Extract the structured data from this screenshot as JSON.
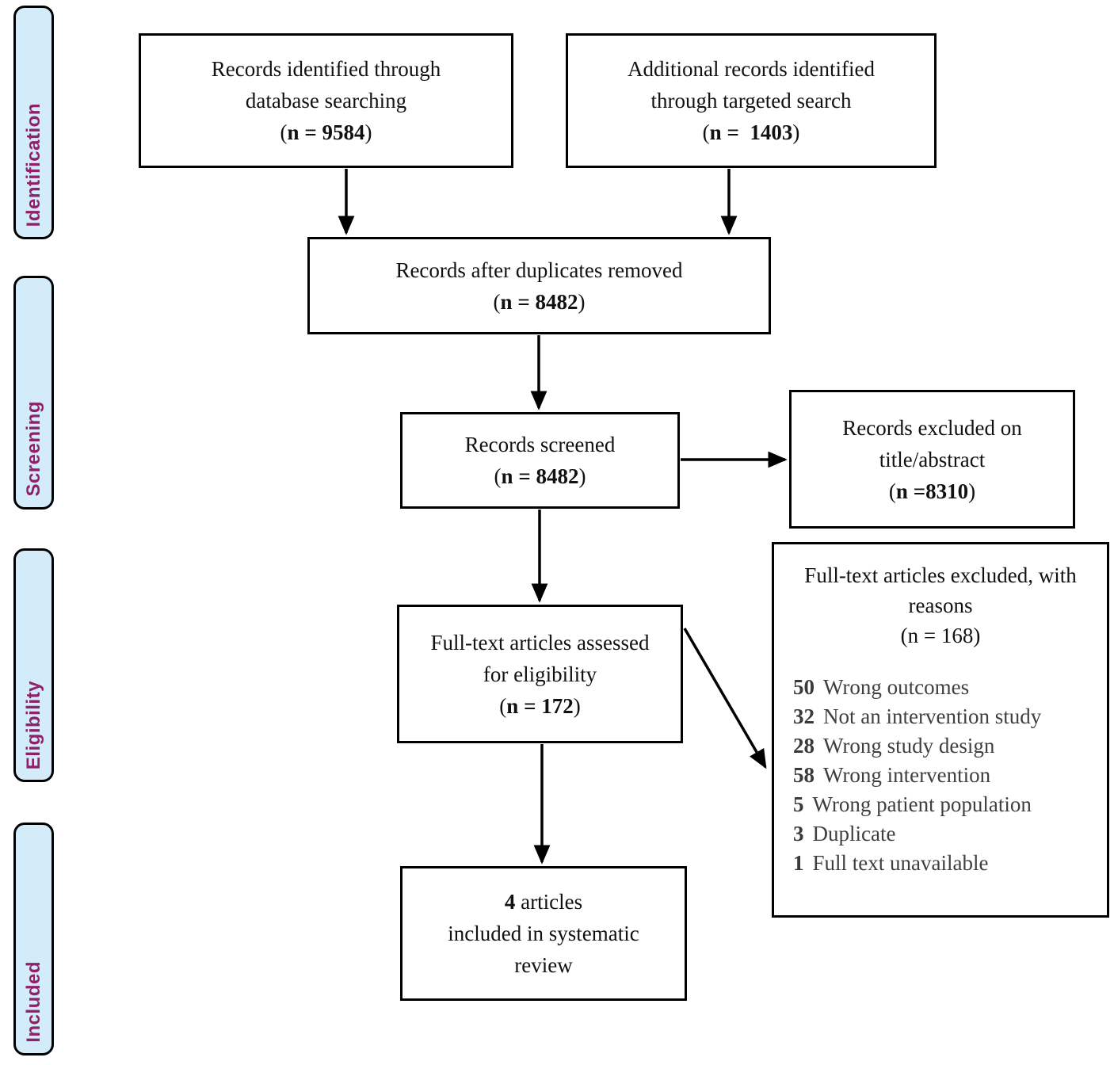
{
  "sidebar": {
    "labels": [
      {
        "label": "Identification"
      },
      {
        "label": "Screening"
      },
      {
        "label": "Eligibility"
      },
      {
        "label": "Included"
      }
    ],
    "fill_color": "#d4ecfa",
    "text_color": "#8f2069"
  },
  "boxes": {
    "identified": {
      "line1": "Records identified through",
      "line2": "database searching",
      "paren_open": "(",
      "n_value": "n = 9584",
      "paren_close": ")"
    },
    "additional": {
      "line1": "Additional records identified",
      "line2": "through targeted search",
      "paren_open": "(",
      "n_value": "n =  1403",
      "paren_close": ")"
    },
    "duplicates_removed": {
      "line1": "Records after duplicates removed",
      "paren_open": "(",
      "n_value": "n = 8482",
      "paren_close": ")"
    },
    "screened": {
      "line1": "Records screened",
      "paren_open": "(",
      "n_value": "n = 8482",
      "paren_close": ")"
    },
    "excluded_title_abstract": {
      "line1": "Records excluded on",
      "line2": "title/abstract",
      "paren_open": "(",
      "n_value": "n =8310",
      "paren_close": ")"
    },
    "fulltext_assessed": {
      "line1": "Full-text articles assessed",
      "line2": "for eligibility",
      "paren_open": "(",
      "n_value": "n = 172",
      "paren_close": ")"
    },
    "fulltext_excluded": {
      "line1": "Full-text articles excluded, with",
      "line2": "reasons",
      "n_line": "(n = 168)",
      "reasons": [
        {
          "count": "50",
          "label": "Wrong outcomes"
        },
        {
          "count": "32",
          "label": "Not an intervention study"
        },
        {
          "count": "28",
          "label": "Wrong study design"
        },
        {
          "count": "58",
          "label": "Wrong intervention"
        },
        {
          "count": "5",
          "label": "Wrong patient population"
        },
        {
          "count": "3",
          "label": "Duplicate"
        },
        {
          "count": "1",
          "label": "Full text unavailable"
        }
      ]
    },
    "included": {
      "count": "4",
      "count_rest": " articles",
      "line2": "included in systematic",
      "line3": "review"
    }
  },
  "colors": {
    "background": "#ffffff",
    "box_border": "#000000",
    "box_text": "#111111",
    "arrow": "#000000",
    "band_fill": "#d4ecfa",
    "band_text": "#8f2069",
    "reasons_text": "#3f3f3f"
  }
}
